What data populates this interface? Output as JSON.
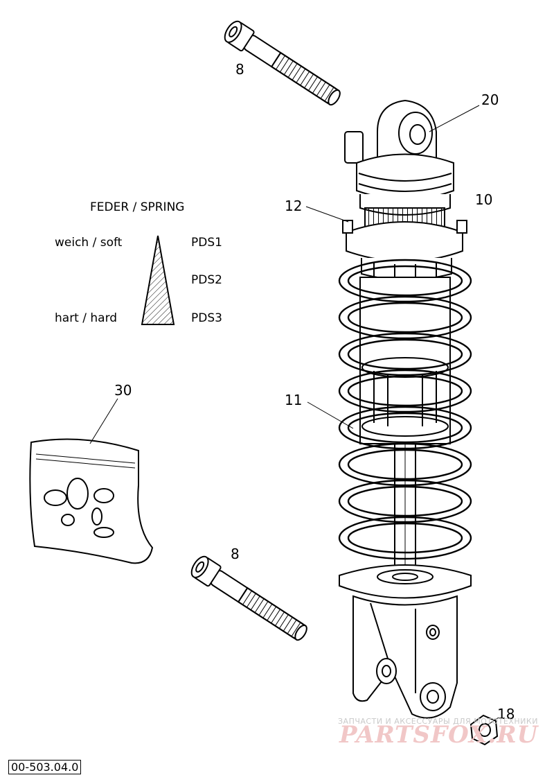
{
  "callouts": {
    "bolt_top": "8",
    "top_eye": "20",
    "body": "10",
    "collar": "12",
    "spring": "11",
    "kit": "30",
    "bolt_bottom": "8",
    "nut": "18"
  },
  "legend": {
    "title": "FEDER / SPRING",
    "soft_label": "weich / soft",
    "hard_label": "hart / hard",
    "grades": [
      "PDS1",
      "PDS2",
      "PDS3"
    ]
  },
  "diagram_code": "00-503.04.0",
  "watermark": {
    "line": "ЗАПЧАСТИ И АКСЕССУАРЫ ДЛЯ МОТОТЕХНИКИ",
    "logo": "PARTSFOX.RU"
  }
}
